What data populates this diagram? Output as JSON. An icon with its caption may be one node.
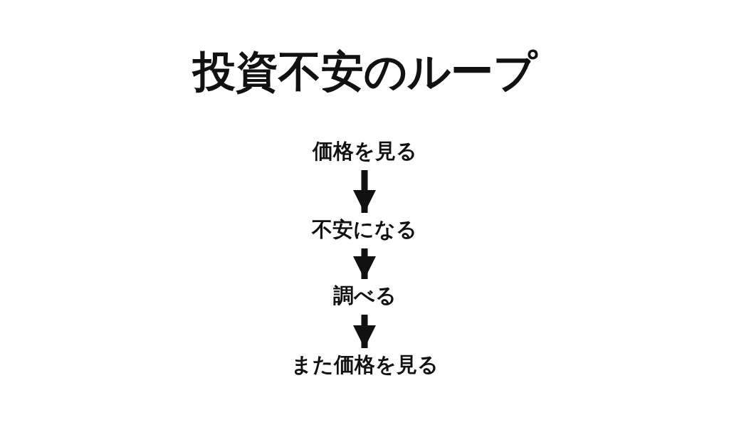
{
  "diagram": {
    "title": "投資不安のループ",
    "nodes": [
      {
        "text": [
          "価格を見る"
        ]
      },
      {
        "text": [
          "不安になる"
        ]
      },
      {
        "text": [
          "調べる"
        ]
      },
      {
        "text": [
          "また価格を見る"
        ]
      }
    ],
    "edges": [
      {
        "from": 0,
        "to": 1,
        "arrow": "to"
      },
      {
        "from": 1,
        "to": 2,
        "arrow": "to"
      },
      {
        "from": 2,
        "to": 3,
        "arrow": "to"
      }
    ]
  }
}
